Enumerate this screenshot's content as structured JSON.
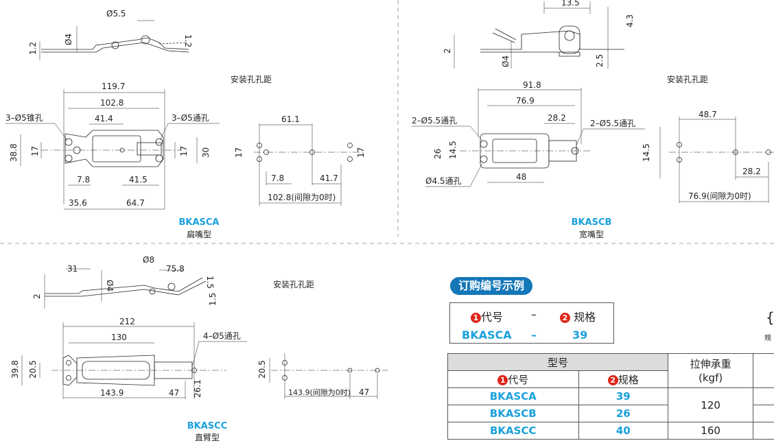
{
  "sections": {
    "a": {
      "code": "BKASCA",
      "type": "扁嘴型",
      "mount_title": "安装孔孔距",
      "dims": {
        "hole_small": "Ø5.5",
        "t1": "1.2",
        "d4": "Ø4",
        "t2": "1.2",
        "overall": "119.7",
        "inner": "102.8",
        "d41": "41.4",
        "h388": "38.8",
        "h17": "17",
        "h17b": "17",
        "h30": "30",
        "d78": "7.8",
        "d415": "41.5",
        "d356": "35.6",
        "d647": "64.7",
        "holes_left": "3–Ø5锥孔",
        "holes_right": "3–Ø5通孔",
        "m611": "61.1",
        "m17": "17",
        "m17b": "17",
        "m78": "7.8",
        "m417": "41.7",
        "m1028": "102.8(间隙为0时)"
      }
    },
    "b": {
      "code": "BKASCB",
      "type": "宽嘴型",
      "mount_title": "安装孔孔距",
      "dims": {
        "top135": "13.5",
        "h43": "4.3",
        "h2": "2",
        "d4": "Ø4",
        "h25": "2.5",
        "overall": "91.8",
        "inner": "76.9",
        "d282": "28.2",
        "holes_left": "2–Ø5.5通孔",
        "holes_right": "2–Ø5.5通孔",
        "h26": "26",
        "h145": "14.5",
        "d48": "48",
        "holes_bottom": "Ø4.5通孔",
        "m487": "48.7",
        "m145": "14.5",
        "m282": "28.2",
        "m769": "76.9(间隙为0时)"
      }
    },
    "c": {
      "code": "BKASCC",
      "type": "直臂型",
      "mount_title": "安装孔孔距",
      "dims": {
        "d8": "Ø8",
        "d758": "75.8",
        "d31": "31",
        "d4": "Ø4",
        "h2": "2",
        "h15a": "1.5",
        "h15b": "1.5",
        "overall": "212",
        "inner": "130",
        "holes": "4–Ø5通孔",
        "h398": "39.8",
        "h205": "20.5",
        "d1439": "143.9",
        "d47": "47",
        "h261": "26.1",
        "m205": "20.5",
        "m1439": "143.9(间隙为0时)",
        "m47": "47"
      }
    }
  },
  "order": {
    "title": "订购编号示例",
    "example": {
      "n1": "1",
      "label1": "代号",
      "dash": "–",
      "n2": "2",
      "label2": "规格",
      "code": "BKASCA",
      "spec": "39"
    },
    "side_glyph": "{",
    "side_text": "规"
  },
  "table": {
    "h_model": "型号",
    "h_code": "代号",
    "h_spec": "规格",
    "h_load": "拉伸承重",
    "h_unit": "(kgf)",
    "n1": "1",
    "n2": "2",
    "rows": [
      {
        "code": "BKASCA",
        "spec": "39"
      },
      {
        "code": "BKASCB",
        "spec": "26"
      },
      {
        "code": "BKASCC",
        "spec": "40"
      }
    ],
    "load_ab": "120",
    "load_c": "160"
  }
}
